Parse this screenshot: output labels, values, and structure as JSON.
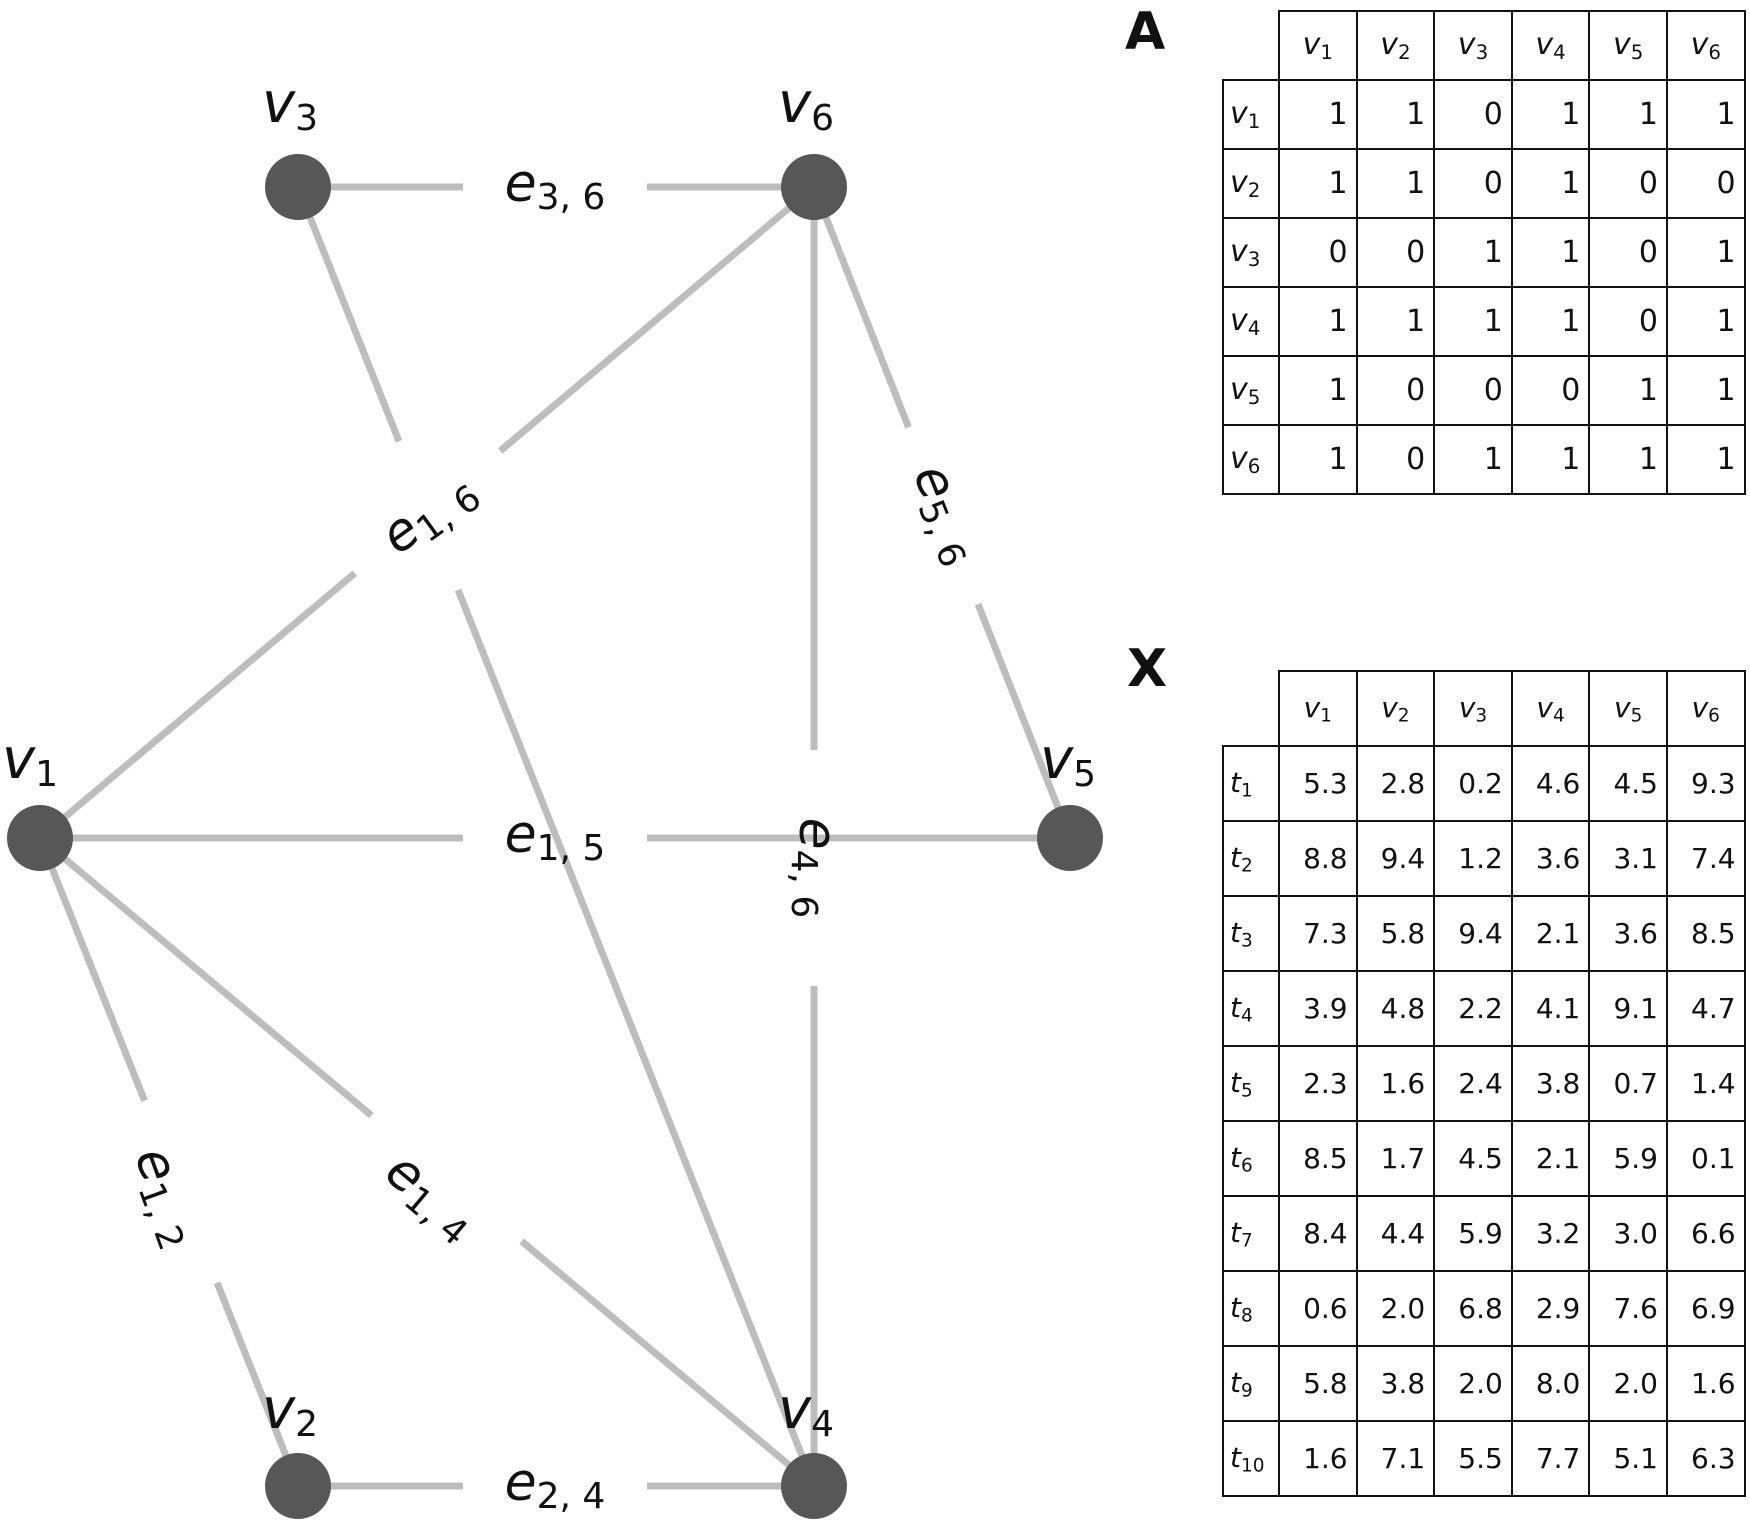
{
  "graph": {
    "nodes": [
      {
        "id": "v1",
        "letter": "v",
        "sub": "1"
      },
      {
        "id": "v2",
        "letter": "v",
        "sub": "2"
      },
      {
        "id": "v3",
        "letter": "v",
        "sub": "3"
      },
      {
        "id": "v4",
        "letter": "v",
        "sub": "4"
      },
      {
        "id": "v5",
        "letter": "v",
        "sub": "5"
      },
      {
        "id": "v6",
        "letter": "v",
        "sub": "6"
      }
    ],
    "edges": [
      {
        "from": "v3",
        "to": "v6",
        "letter": "e",
        "sub": "3, 6"
      },
      {
        "from": "v1",
        "to": "v6",
        "letter": "e",
        "sub": "1, 6"
      },
      {
        "from": "v3",
        "to": "v4",
        "letter": "e",
        "sub": "1, 6"
      },
      {
        "from": "v5",
        "to": "v6",
        "letter": "e",
        "sub": "5, 6"
      },
      {
        "from": "v4",
        "to": "v6",
        "letter": "e",
        "sub": "4, 6"
      },
      {
        "from": "v1",
        "to": "v5",
        "letter": "e",
        "sub": "1, 5"
      },
      {
        "from": "v1",
        "to": "v2",
        "letter": "e",
        "sub": "1, 2"
      },
      {
        "from": "v1",
        "to": "v4",
        "letter": "e",
        "sub": "1, 4"
      },
      {
        "from": "v2",
        "to": "v4",
        "letter": "e",
        "sub": "2, 4"
      }
    ]
  },
  "matrix_a": {
    "title": "A",
    "columns": [
      "1",
      "2",
      "3",
      "4",
      "5",
      "6"
    ],
    "row_letter": "v",
    "col_letter": "v",
    "rows": [
      {
        "label": "1",
        "values": [
          "1",
          "1",
          "0",
          "1",
          "1",
          "1"
        ]
      },
      {
        "label": "2",
        "values": [
          "1",
          "1",
          "0",
          "1",
          "0",
          "0"
        ]
      },
      {
        "label": "3",
        "values": [
          "0",
          "0",
          "1",
          "1",
          "0",
          "1"
        ]
      },
      {
        "label": "4",
        "values": [
          "1",
          "1",
          "1",
          "1",
          "0",
          "1"
        ]
      },
      {
        "label": "5",
        "values": [
          "1",
          "0",
          "0",
          "0",
          "1",
          "1"
        ]
      },
      {
        "label": "6",
        "values": [
          "1",
          "0",
          "1",
          "1",
          "1",
          "1"
        ]
      }
    ]
  },
  "matrix_x": {
    "title": "X",
    "columns": [
      "1",
      "2",
      "3",
      "4",
      "5",
      "6"
    ],
    "row_letter": "t",
    "col_letter": "v",
    "rows": [
      {
        "label": "1",
        "values": [
          "5.3",
          "2.8",
          "0.2",
          "4.6",
          "4.5",
          "9.3"
        ]
      },
      {
        "label": "2",
        "values": [
          "8.8",
          "9.4",
          "1.2",
          "3.6",
          "3.1",
          "7.4"
        ]
      },
      {
        "label": "3",
        "values": [
          "7.3",
          "5.8",
          "9.4",
          "2.1",
          "3.6",
          "8.5"
        ]
      },
      {
        "label": "4",
        "values": [
          "3.9",
          "4.8",
          "2.2",
          "4.1",
          "9.1",
          "4.7"
        ]
      },
      {
        "label": "5",
        "values": [
          "2.3",
          "1.6",
          "2.4",
          "3.8",
          "0.7",
          "1.4"
        ]
      },
      {
        "label": "6",
        "values": [
          "8.5",
          "1.7",
          "4.5",
          "2.1",
          "5.9",
          "0.1"
        ]
      },
      {
        "label": "7",
        "values": [
          "8.4",
          "4.4",
          "5.9",
          "3.2",
          "3.0",
          "6.6"
        ]
      },
      {
        "label": "8",
        "values": [
          "0.6",
          "2.0",
          "6.8",
          "2.9",
          "7.6",
          "6.9"
        ]
      },
      {
        "label": "9",
        "values": [
          "5.8",
          "3.8",
          "2.0",
          "8.0",
          "2.0",
          "1.6"
        ]
      },
      {
        "label": "10",
        "values": [
          "1.6",
          "7.1",
          "5.5",
          "7.7",
          "5.1",
          "6.3"
        ]
      }
    ]
  }
}
